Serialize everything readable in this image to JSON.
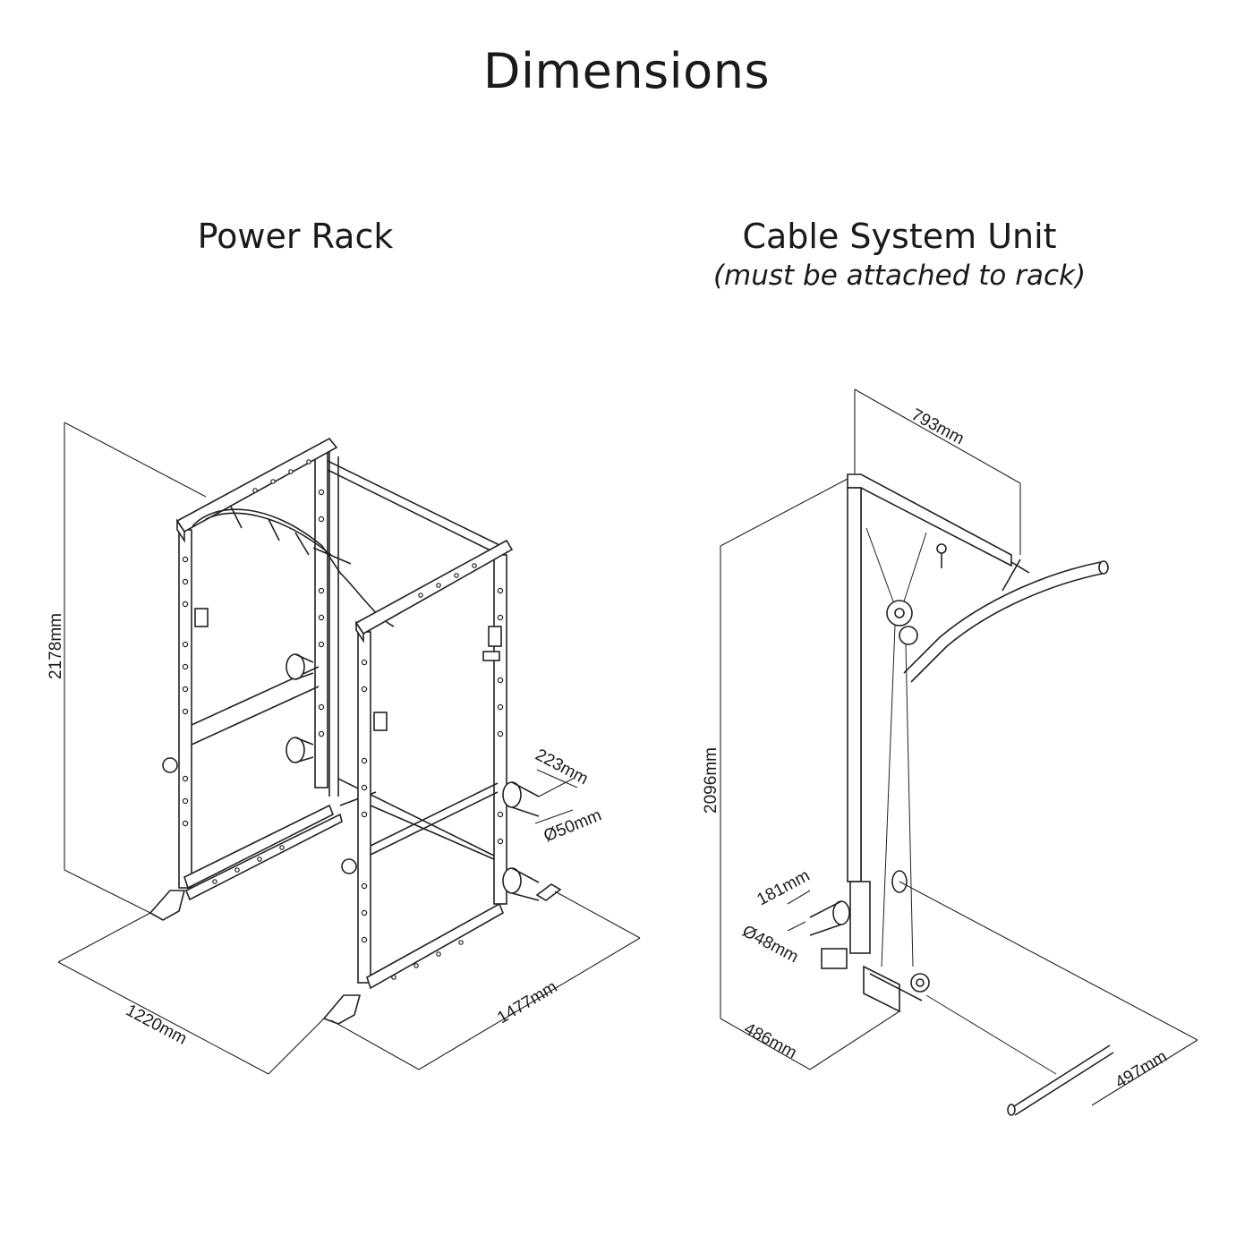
{
  "title": "Dimensions",
  "power_rack": {
    "title": "Power Rack",
    "dims": {
      "height": "2178mm",
      "width": "1220mm",
      "depth": "1477mm",
      "pin_length": "223mm",
      "pin_diameter": "Ø50mm"
    }
  },
  "cable_system": {
    "title": "Cable System Unit",
    "note": "(must be attached to rack)",
    "dims": {
      "top_width": "793mm",
      "height": "2096mm",
      "pin_length": "181mm",
      "pin_diameter": "Ø48mm",
      "base_width": "486mm",
      "base_depth": "497mm"
    }
  }
}
